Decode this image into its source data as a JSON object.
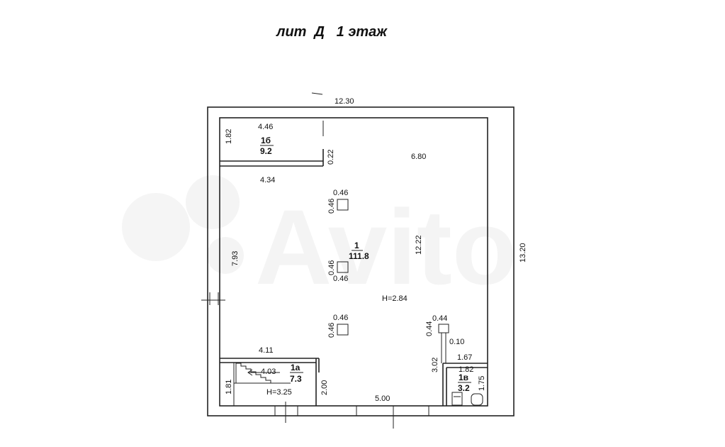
{
  "title": "лит  Д   1 этаж",
  "watermark": "Avito",
  "colors": {
    "ink": "#222222",
    "watermark": "#ececec"
  },
  "dimensions": {
    "overall_width": "12.30",
    "overall_height": "13.20",
    "room_1b_width": "4.46",
    "room_1b_height": "1.82",
    "partition_1b": "0.22",
    "room_1b_bottom": "4.34",
    "inner_width": "6.80",
    "inner_height": "12.22",
    "left_wall_segment": "7.93",
    "column1_w": "0.46",
    "column1_h": "0.46",
    "column2_w": "0.46",
    "column2_h": "0.46",
    "column3_w": "0.46",
    "column3_h": "0.46",
    "pillar_w": "0.44",
    "pillar_h": "0.44",
    "pillar_gap": "0.10",
    "room_1a_width": "4.11",
    "stair_length": "4.03",
    "room_1a_depth": "2.00",
    "room_1a_height": "1.81",
    "bottom_width": "5.00",
    "room_1v_offset": "3.02",
    "room_1v_width": "1.67",
    "room_1v_inner": "1.82",
    "room_1v_height": "1.75",
    "ceiling_main": "H=2.84",
    "ceiling_1a": "H=3.25"
  },
  "rooms": [
    {
      "id": "1",
      "area": "111.8"
    },
    {
      "id": "1б",
      "area": "9.2"
    },
    {
      "id": "1а",
      "area": "7.3"
    },
    {
      "id": "1в",
      "area": "3.2"
    }
  ]
}
